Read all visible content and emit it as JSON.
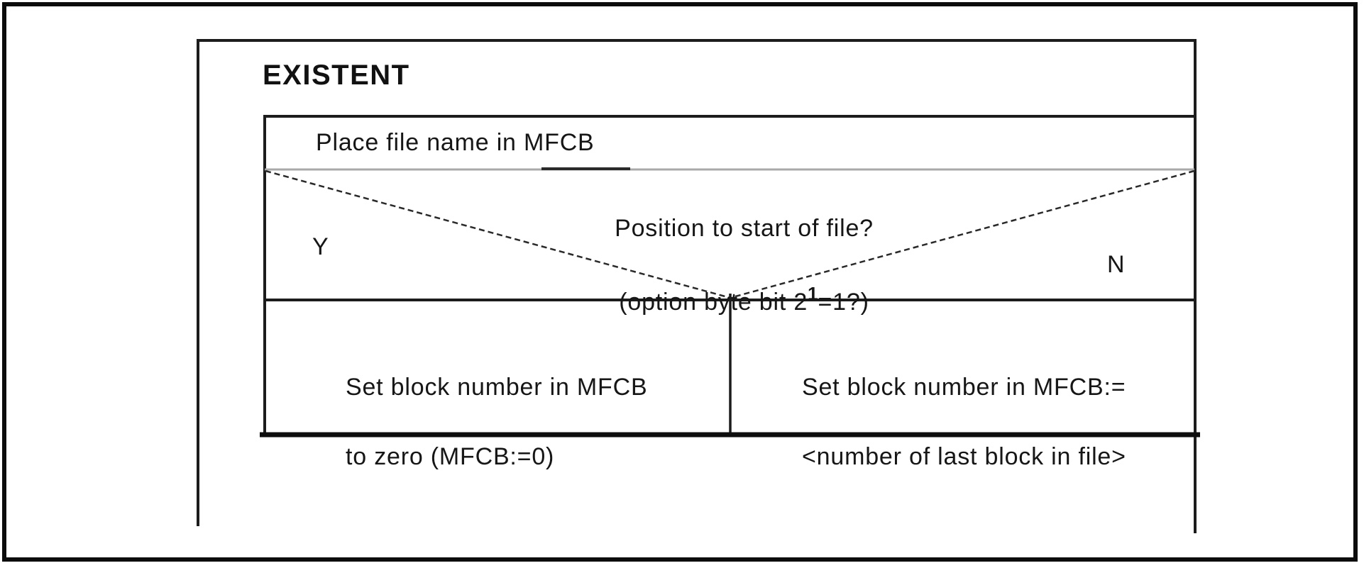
{
  "diagram": {
    "title": "EXISTENT",
    "step1": "Place file name in MFCB",
    "decision": {
      "question_line1": "Position to start of file?",
      "question_line2_prefix": "(option byte bit 2",
      "question_line2_sup": "1",
      "question_line2_suffix": "=1?)",
      "yes_label": "Y",
      "no_label": "N"
    },
    "yes_branch": {
      "line1": "Set block number in MFCB",
      "line2": "to zero (MFCB:=0)"
    },
    "no_branch": {
      "line1": "Set block number in MFCB:=",
      "line2": "<number of last block in file>"
    }
  },
  "colors": {
    "line": "#1c1c1c",
    "gray_line": "#a9a9a9",
    "text": "#161616",
    "background": "#ffffff"
  }
}
